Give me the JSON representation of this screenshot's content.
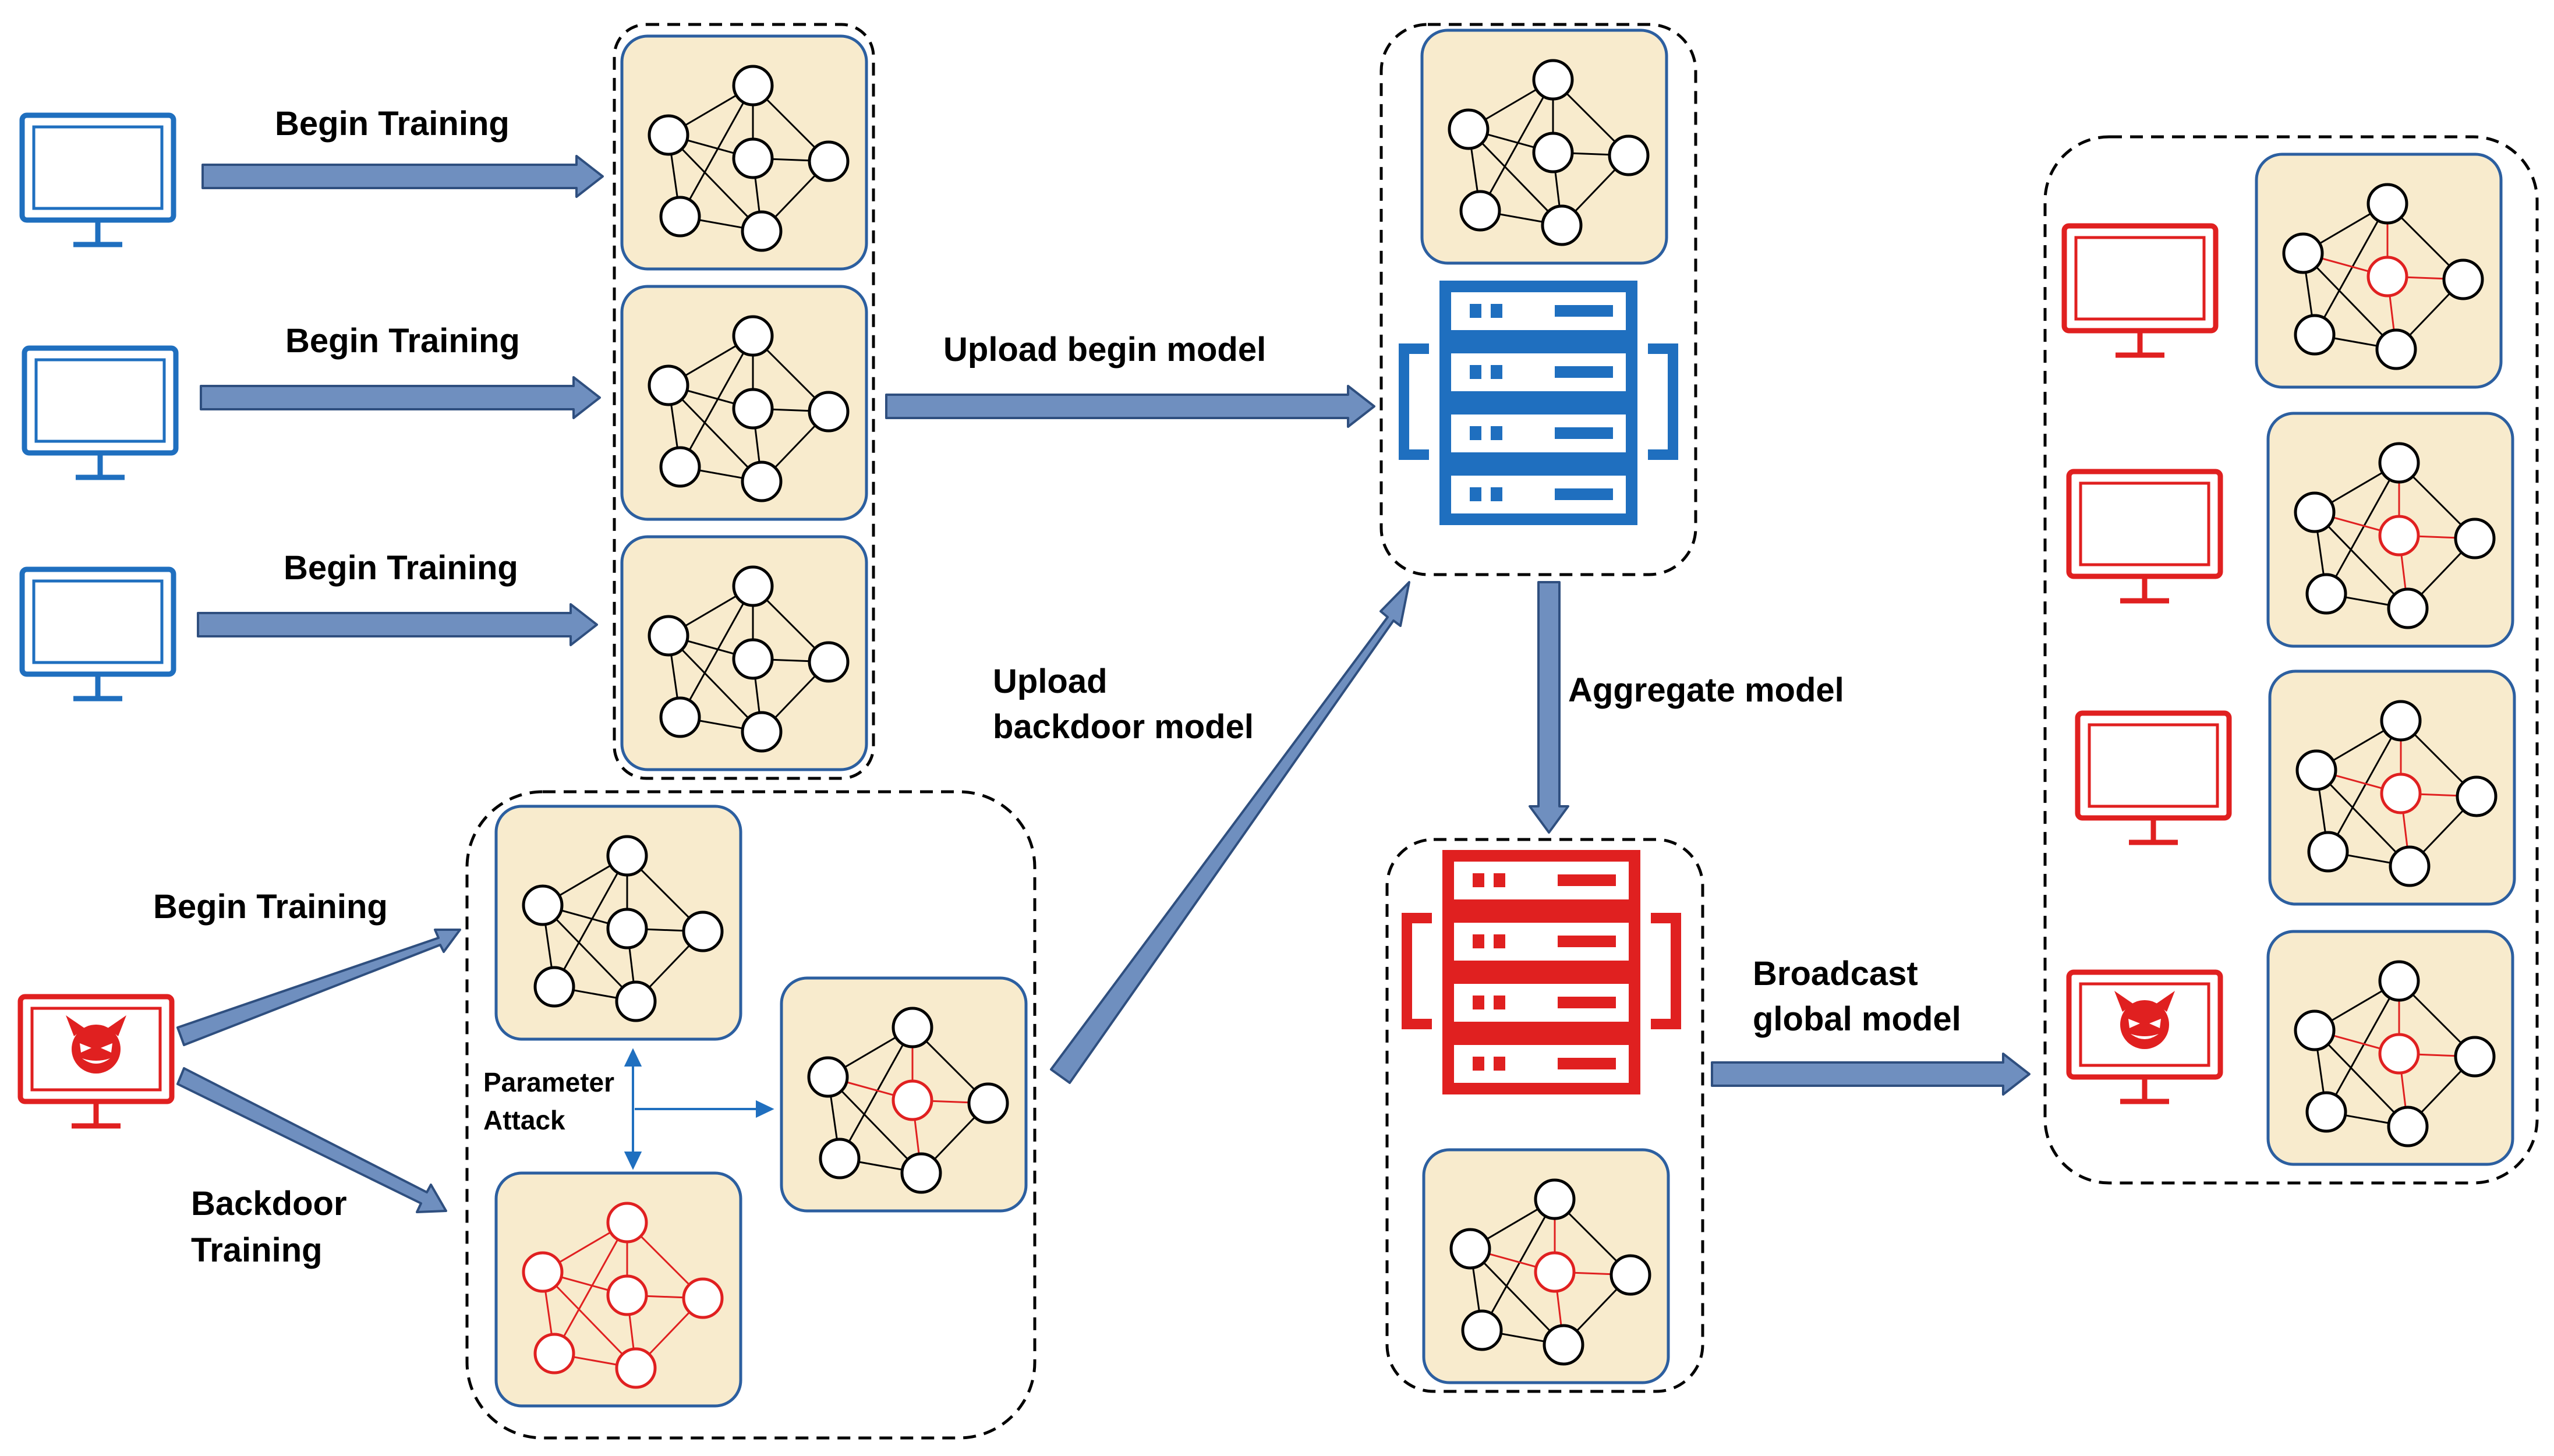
{
  "labels": {
    "begin_training_1": "Begin Training",
    "begin_training_2": "Begin Training",
    "begin_training_3": "Begin Training",
    "begin_training_malicious": "Begin Training",
    "backdoor_training_1": "Backdoor",
    "backdoor_training_2": "Training",
    "parameter_attack_1": "Parameter",
    "parameter_attack_2": "Attack",
    "upload_begin_model": "Upload begin model",
    "upload_backdoor_1": "Upload",
    "upload_backdoor_2": "backdoor model",
    "aggregate_model": "Aggregate model",
    "broadcast_1": "Broadcast",
    "broadcast_2": "global model"
  },
  "icons": {
    "benign_client": "monitor-icon",
    "malicious_client": "devil-monitor-icon",
    "server": "server-icon",
    "model": "neural-network-icon"
  },
  "colors": {
    "benign": "#1f6fbf",
    "malicious": "#e02020",
    "model_fill": "#f8ebcd",
    "model_border": "#2c5fa0",
    "arrow_fill": "#6f8fbf",
    "arrow_stroke": "#2f4f7f"
  }
}
